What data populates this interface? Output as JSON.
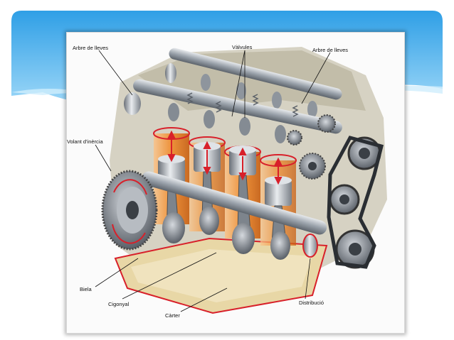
{
  "slide": {
    "labels": {
      "camshaft_left": "Arbre de lleves",
      "valves": "Vàlvules",
      "camshaft_right": "Arbre de lleves",
      "flywheel": "Volant d'inèrcia",
      "connecting_rod": "Biela",
      "crankshaft": "Cigonyal",
      "crankcase": "Càrter",
      "timing": "Distribució"
    }
  },
  "colors": {
    "sky_top": "#2f9fe6",
    "sky_bottom": "#9ed8f8",
    "cylinder_orange": "#f08a2a",
    "arrow_red": "#d8202a",
    "metal_gray": "#9aa2ab",
    "oil_pan": "#e8d7a6"
  }
}
